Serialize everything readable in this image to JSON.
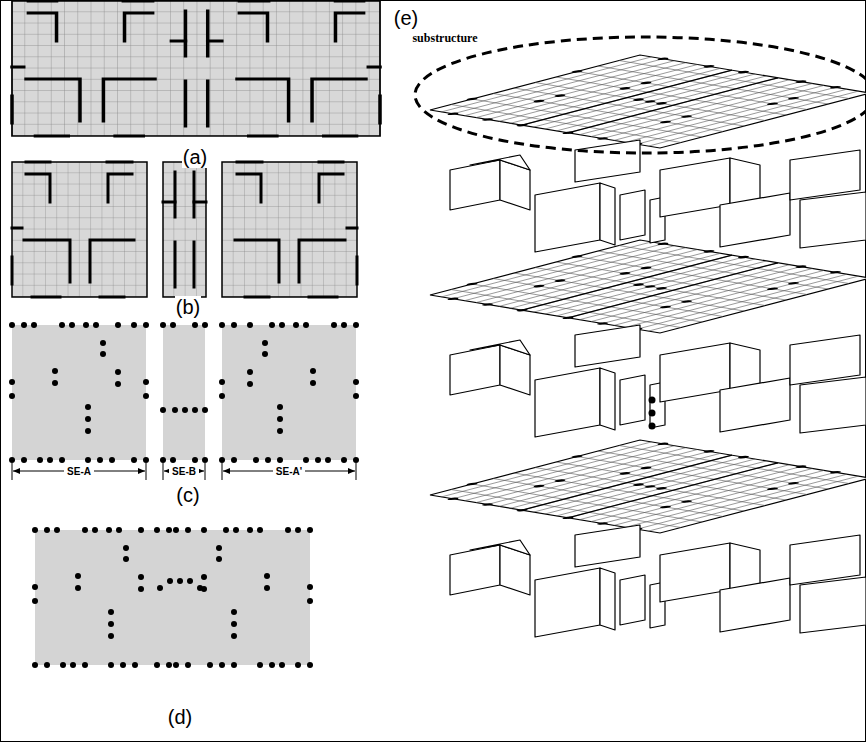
{
  "diagram": {
    "labels": [
      "(a)",
      "(b)",
      "SE-A",
      "SE-B",
      "SE-A'",
      "(c)",
      "(d)",
      "(e)",
      "substructure"
    ]
  }
}
